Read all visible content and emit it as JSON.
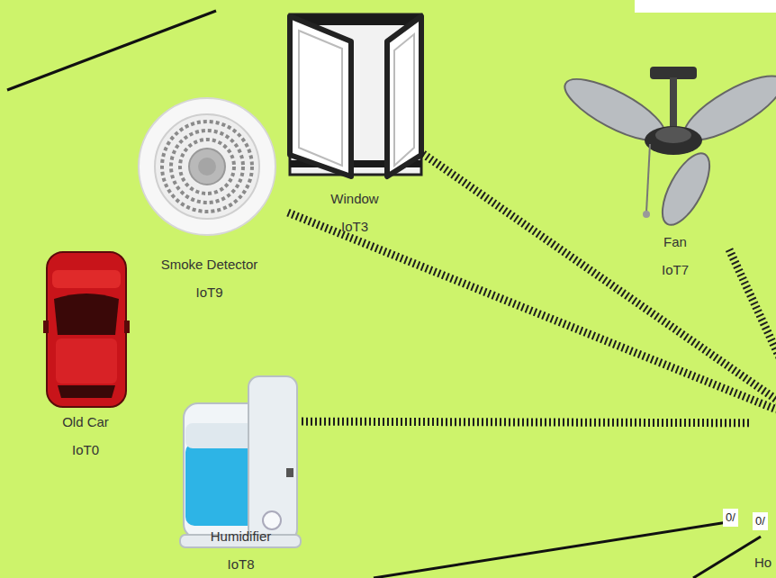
{
  "diagram": {
    "nodes": [
      {
        "text": [
          "Window",
          "IoT3"
        ]
      },
      {
        "text": [
          "Smoke Detector",
          "IoT9"
        ]
      },
      {
        "text": [
          "Fan",
          "IoT7"
        ]
      },
      {
        "text": [
          "Old Car",
          "IoT0"
        ]
      },
      {
        "text": [
          "Humidifier",
          "IoT8"
        ]
      },
      {
        "text": [
          "Ho"
        ]
      }
    ],
    "edges": [
      {
        "from": 0,
        "to": 5,
        "arrow": "none"
      },
      {
        "from": 1,
        "to": 5,
        "arrow": "none"
      },
      {
        "from": 2,
        "to": 5,
        "arrow": "none"
      },
      {
        "from": 4,
        "to": 5,
        "arrow": "none"
      }
    ],
    "labels": [
      "0/",
      "0/"
    ]
  }
}
